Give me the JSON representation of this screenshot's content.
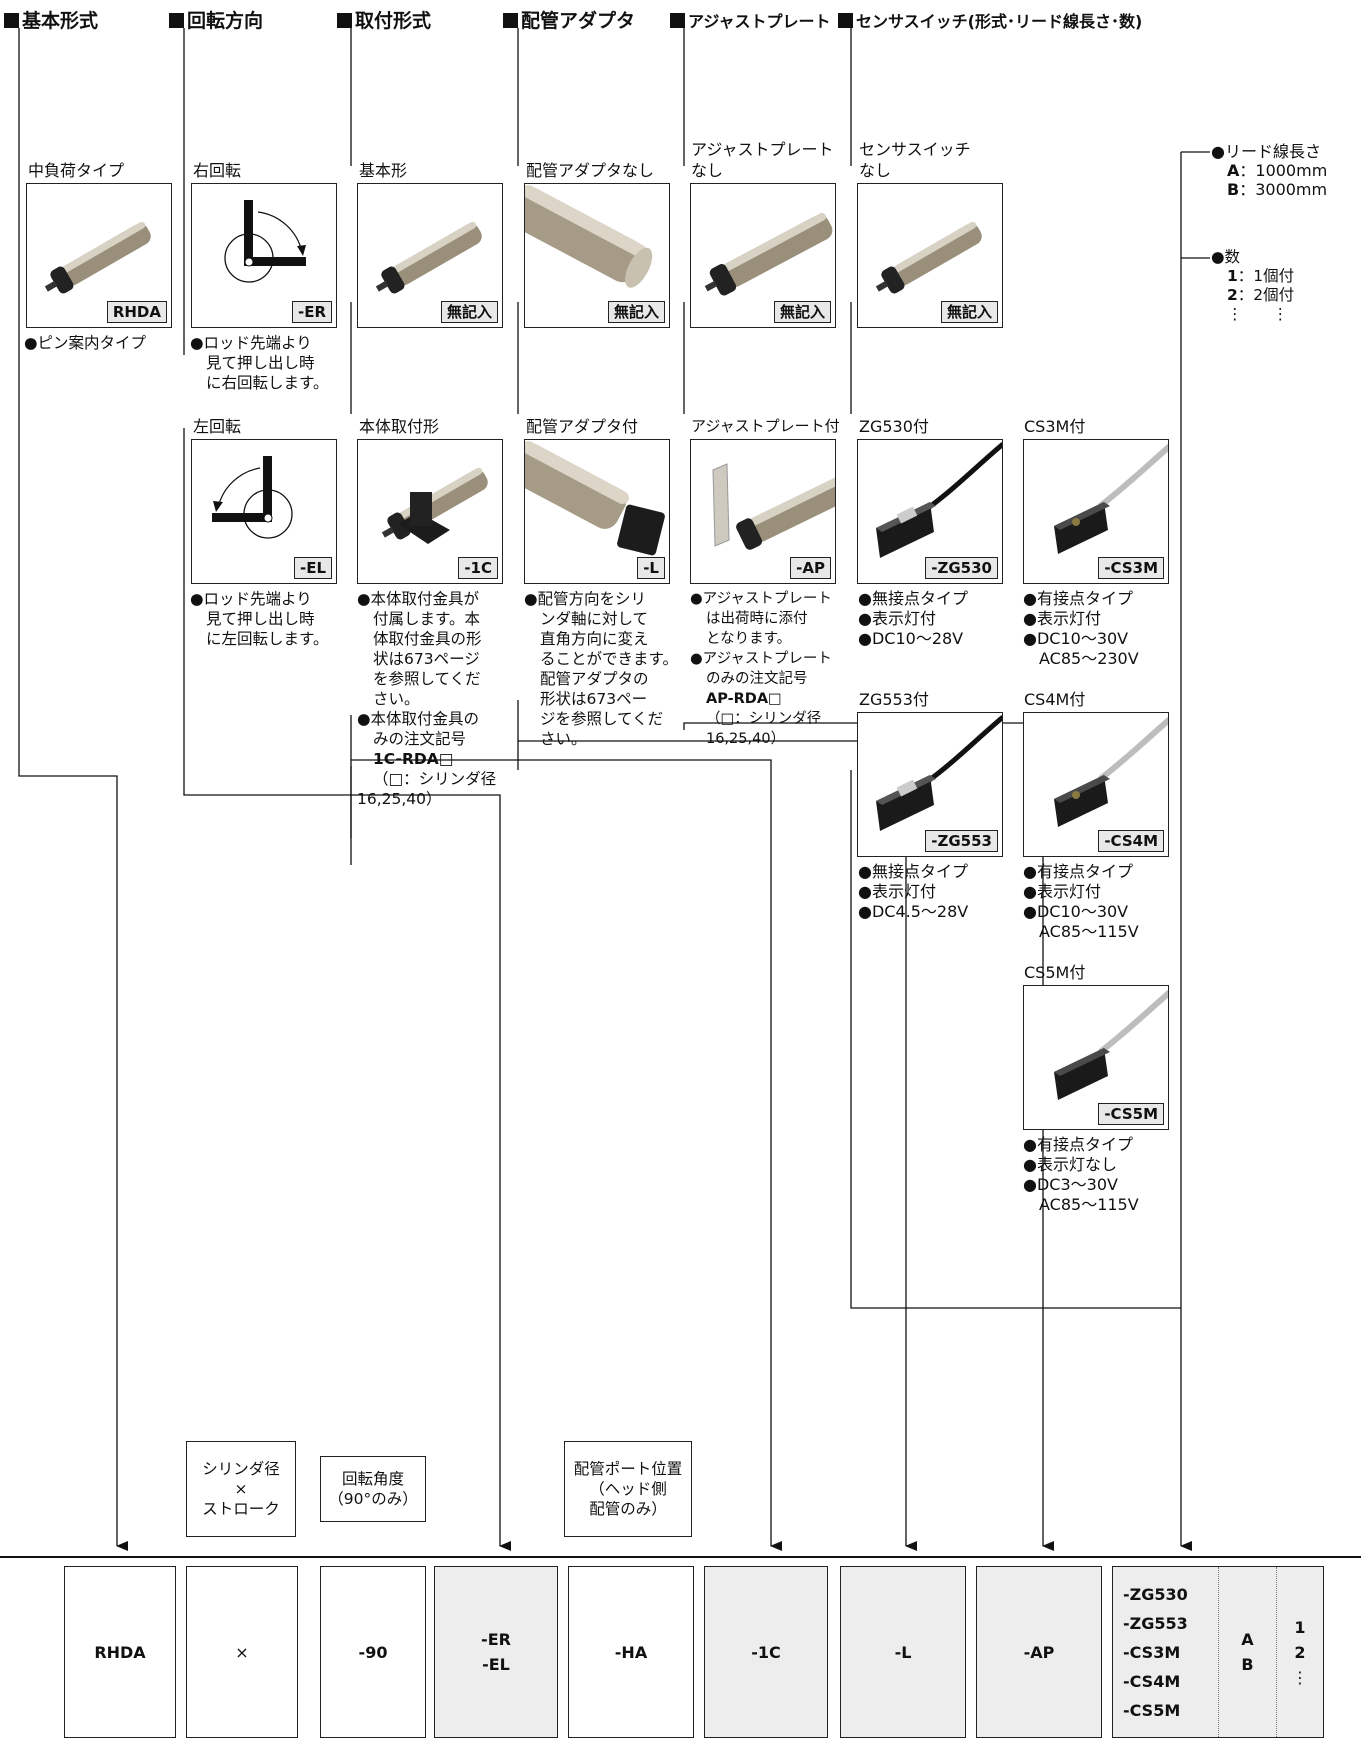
{
  "headers": {
    "basic": "基本形式",
    "rotation": "回転方向",
    "mounting": "取付形式",
    "adapter": "配管アダプタ",
    "adjust": "アジャストプレート",
    "sensor": "センサスイッチ(形式･リード線長さ･数)"
  },
  "basic": {
    "title": "中負荷タイプ",
    "code": "RHDA",
    "note": "●ピン案内タイプ"
  },
  "rotation": {
    "right_title": "右回転",
    "right_code": "-ER",
    "right_note": [
      "●ロッド先端より",
      "見て押し出し時",
      "に右回転します。"
    ],
    "left_title": "左回転",
    "left_code": "-EL",
    "left_note": [
      "●ロッド先端より",
      "見て押し出し時",
      "に左回転します。"
    ]
  },
  "mounting": {
    "basic_title": "基本形",
    "basic_code": "無記入",
    "body_title": "本体取付形",
    "body_code": "-1C",
    "note": [
      "●本体取付金具が",
      "付属します。本",
      "体取付金具の形",
      "状は673ページ",
      "を参照してくだ",
      "さい。",
      "●本体取付金具の",
      "みの注文記号"
    ],
    "order_code": "1C-RDA□",
    "note2": [
      "（□：シリンダ径",
      "16,25,40）"
    ]
  },
  "adapter": {
    "none_title": "配管アダプタなし",
    "none_code": "無記入",
    "with_title": "配管アダプタ付",
    "with_code": "-L",
    "note": [
      "●配管方向をシリ",
      "ンダ軸に対して",
      "直角方向に変え",
      "ることができます。",
      "配管アダプタの",
      "形状は673ペー",
      "ジを参照してくだ",
      "さい。"
    ]
  },
  "adjust": {
    "none_title_1": "アジャストプレート",
    "none_title_2": "なし",
    "none_code": "無記入",
    "with_title": "アジャストプレート付",
    "with_code": "-AP",
    "note": [
      "●アジャストプレート",
      "は出荷時に添付",
      "となります。",
      "●アジャストプレート",
      "のみの注文記号"
    ],
    "order_code": "AP-RDA□",
    "note2": [
      "（□：シリンダ径",
      "16,25,40）"
    ]
  },
  "sensor": {
    "none_title_1": "センサスイッチ",
    "none_title_2": "なし",
    "none_code": "無記入",
    "zg530_title": "ZG530付",
    "zg530_code": "-ZG530",
    "zg530_note": [
      "●無接点タイプ",
      "●表示灯付",
      "●DC10～28V"
    ],
    "zg553_title": "ZG553付",
    "zg553_code": "-ZG553",
    "zg553_note": [
      "●無接点タイプ",
      "●表示灯付",
      "●DC4.5～28V"
    ],
    "cs3m_title": "CS3M付",
    "cs3m_code": "-CS3M",
    "cs3m_note": [
      "●有接点タイプ",
      "●表示灯付",
      "●DC10～30V",
      "AC85～230V"
    ],
    "cs4m_title": "CS4M付",
    "cs4m_code": "-CS4M",
    "cs4m_note": [
      "●有接点タイプ",
      "●表示灯付",
      "●DC10～30V",
      "AC85～115V"
    ],
    "cs5m_title": "CS5M付",
    "cs5m_code": "-CS5M",
    "cs5m_note": [
      "●有接点タイプ",
      "●表示灯なし",
      "●DC3～30V",
      "AC85～115V"
    ]
  },
  "lead": {
    "title": "●リード線長さ",
    "a_key": "A",
    "a_val": "：1000mm",
    "b_key": "B",
    "b_val": "：3000mm"
  },
  "qty": {
    "title": "●数",
    "k1": "1",
    "v1": "：1個付",
    "k2": "2",
    "v2": "：2個付",
    "k3": "⋮",
    "v3": "⋮"
  },
  "labels": {
    "bore": [
      "シリンダ径",
      "×",
      "ストローク"
    ],
    "angle": [
      "回転角度",
      "（90°のみ）"
    ],
    "port": [
      "配管ポート位置",
      "（ヘッド側",
      "配管のみ）"
    ]
  },
  "order": {
    "c1": "RHDA",
    "c2": "×",
    "c3": "-90",
    "c4a": "-ER",
    "c4b": "-EL",
    "c5": "-HA",
    "c6": "-1C",
    "c7": "-L",
    "c8": "-AP",
    "c9": [
      "-ZG530",
      "-ZG553",
      "-CS3M",
      "-CS4M",
      "-CS5M"
    ],
    "c10a": "A",
    "c10b": "B",
    "c11a": "1",
    "c11b": "2",
    "c11c": "⋮"
  }
}
